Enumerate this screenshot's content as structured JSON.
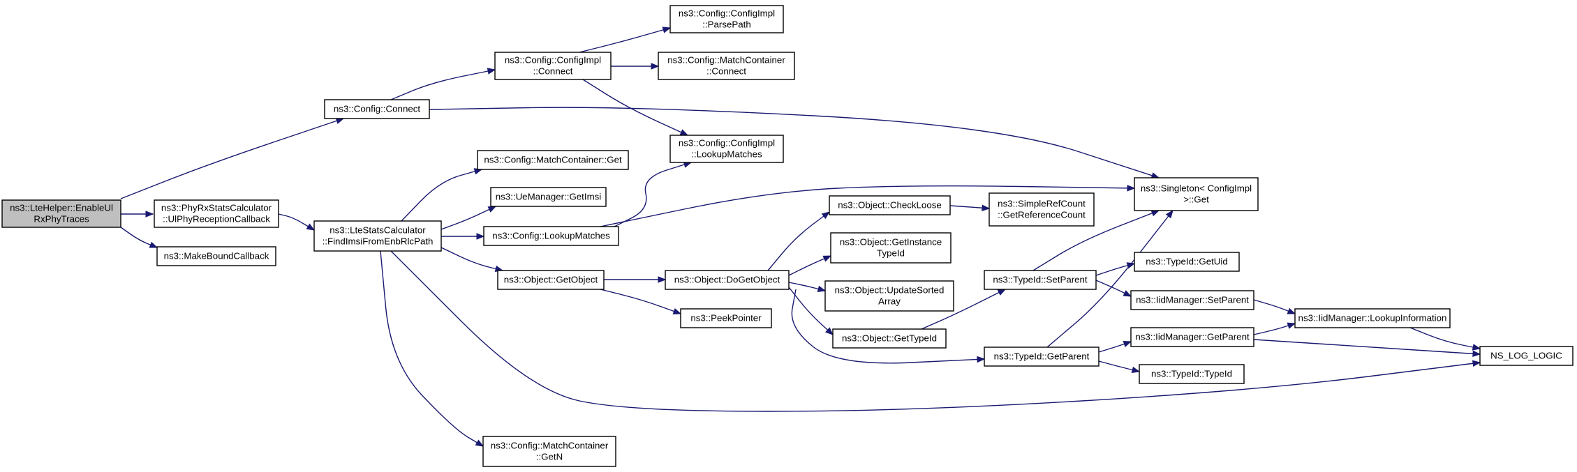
{
  "diagram": {
    "type": "call-graph",
    "nodes": [
      {
        "id": "n0",
        "lines": [
          "ns3::LteHelper::EnableUl",
          "RxPhyTraces"
        ],
        "root": true
      },
      {
        "id": "n1",
        "lines": [
          "ns3::Config::Connect"
        ]
      },
      {
        "id": "n2",
        "lines": [
          "ns3::PhyRxStatsCalculator",
          "::UlPhyReceptionCallback"
        ]
      },
      {
        "id": "n3",
        "lines": [
          "ns3::MakeBoundCallback"
        ]
      },
      {
        "id": "n4",
        "lines": [
          "ns3::Config::ConfigImpl",
          "::Connect"
        ]
      },
      {
        "id": "n5",
        "lines": [
          "ns3::Singleton< ConfigImpl",
          " >::Get"
        ]
      },
      {
        "id": "n6",
        "lines": [
          "ns3::Config::ConfigImpl",
          "::ParsePath"
        ]
      },
      {
        "id": "n7",
        "lines": [
          "ns3::Config::MatchContainer",
          "::Connect"
        ]
      },
      {
        "id": "n8",
        "lines": [
          "ns3::Config::ConfigImpl",
          "::LookupMatches"
        ]
      },
      {
        "id": "n9",
        "lines": [
          "ns3::LteStatsCalculator",
          "::FindImsiFromEnbRlcPath"
        ]
      },
      {
        "id": "n10",
        "lines": [
          "ns3::Config::MatchContainer::Get"
        ]
      },
      {
        "id": "n11",
        "lines": [
          "ns3::UeManager::GetImsi"
        ]
      },
      {
        "id": "n12",
        "lines": [
          "ns3::Config::LookupMatches"
        ]
      },
      {
        "id": "n13",
        "lines": [
          "ns3::Object::GetObject"
        ]
      },
      {
        "id": "n14",
        "lines": [
          "ns3::Config::MatchContainer",
          "::GetN"
        ]
      },
      {
        "id": "n15",
        "lines": [
          "NS_LOG_LOGIC"
        ]
      },
      {
        "id": "n16",
        "lines": [
          "ns3::Object::DoGetObject"
        ]
      },
      {
        "id": "n17",
        "lines": [
          "ns3::PeekPointer"
        ]
      },
      {
        "id": "n18",
        "lines": [
          "ns3::Object::CheckLoose"
        ]
      },
      {
        "id": "n19",
        "lines": [
          "ns3::Object::GetInstance",
          "TypeId"
        ]
      },
      {
        "id": "n20",
        "lines": [
          "ns3::Object::UpdateSorted",
          "Array"
        ]
      },
      {
        "id": "n21",
        "lines": [
          "ns3::Object::GetTypeId"
        ]
      },
      {
        "id": "n22",
        "lines": [
          "ns3::TypeId::GetParent"
        ]
      },
      {
        "id": "n23",
        "lines": [
          "ns3::SimpleRefCount",
          "::GetReferenceCount"
        ]
      },
      {
        "id": "n24",
        "lines": [
          "ns3::TypeId::SetParent"
        ]
      },
      {
        "id": "n25",
        "lines": [
          "ns3::TypeId::GetUid"
        ]
      },
      {
        "id": "n26",
        "lines": [
          "ns3::IidManager::SetParent"
        ]
      },
      {
        "id": "n27",
        "lines": [
          "ns3::IidManager::GetParent"
        ]
      },
      {
        "id": "n28",
        "lines": [
          "ns3::TypeId::TypeId"
        ]
      },
      {
        "id": "n29",
        "lines": [
          "ns3::IidManager::LookupInformation"
        ]
      }
    ],
    "edges": [
      [
        "n0",
        "n1"
      ],
      [
        "n0",
        "n2"
      ],
      [
        "n0",
        "n3"
      ],
      [
        "n1",
        "n4"
      ],
      [
        "n1",
        "n5"
      ],
      [
        "n4",
        "n6"
      ],
      [
        "n4",
        "n7"
      ],
      [
        "n4",
        "n8"
      ],
      [
        "n2",
        "n9"
      ],
      [
        "n9",
        "n10"
      ],
      [
        "n9",
        "n11"
      ],
      [
        "n9",
        "n12"
      ],
      [
        "n9",
        "n13"
      ],
      [
        "n9",
        "n14"
      ],
      [
        "n9",
        "n15"
      ],
      [
        "n12",
        "n8"
      ],
      [
        "n12",
        "n5"
      ],
      [
        "n13",
        "n16"
      ],
      [
        "n13",
        "n17"
      ],
      [
        "n16",
        "n18"
      ],
      [
        "n16",
        "n19"
      ],
      [
        "n16",
        "n20"
      ],
      [
        "n16",
        "n21"
      ],
      [
        "n16",
        "n22"
      ],
      [
        "n18",
        "n23"
      ],
      [
        "n21",
        "n24"
      ],
      [
        "n24",
        "n5"
      ],
      [
        "n24",
        "n25"
      ],
      [
        "n24",
        "n26"
      ],
      [
        "n22",
        "n5"
      ],
      [
        "n22",
        "n27"
      ],
      [
        "n22",
        "n28"
      ],
      [
        "n26",
        "n29"
      ],
      [
        "n27",
        "n29"
      ],
      [
        "n27",
        "n15"
      ],
      [
        "n29",
        "n15"
      ]
    ]
  }
}
